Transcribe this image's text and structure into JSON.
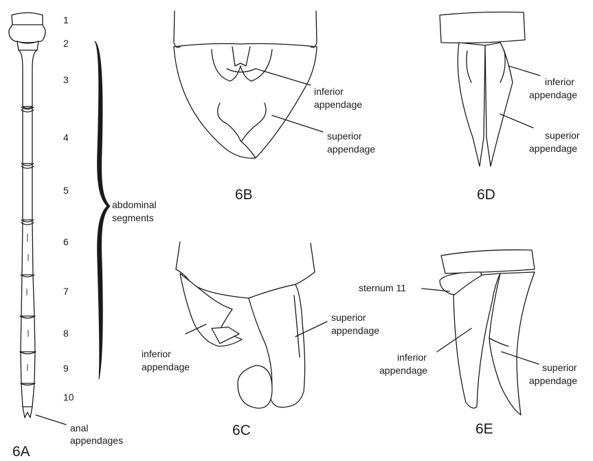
{
  "segments": [
    "1",
    "2",
    "3",
    "4",
    "5",
    "6",
    "7",
    "8",
    "9",
    "10"
  ],
  "labels": {
    "abdominal_segments": [
      "abdominal",
      "segments"
    ],
    "anal_appendages": [
      "anal",
      "appendages"
    ],
    "inferior_appendage": [
      "inferior",
      "appendage"
    ],
    "superior_appendage": [
      "superior",
      "appendage"
    ],
    "sternum": "sternum 11"
  },
  "figures": {
    "a": "6A",
    "b": "6B",
    "c": "6C",
    "d": "6D",
    "e": "6E"
  }
}
